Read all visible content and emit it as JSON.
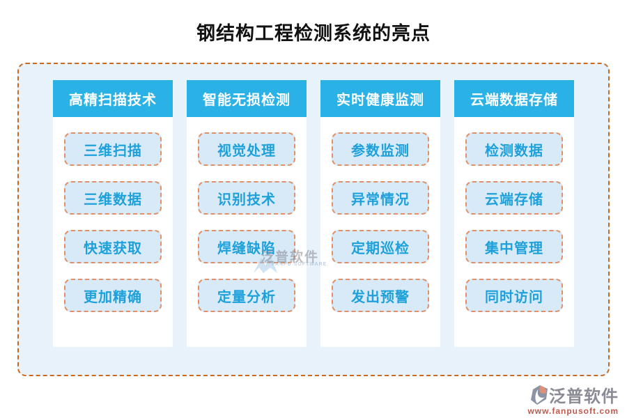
{
  "page": {
    "title": "钢结构工程检测系统的亮点"
  },
  "columns": [
    {
      "header": "高精扫描技术",
      "items": [
        "三维扫描",
        "三维数据",
        "快速获取",
        "更加精确"
      ]
    },
    {
      "header": "智能无损检测",
      "items": [
        "视觉处理",
        "识别技术",
        "焊缝缺陷",
        "定量分析"
      ]
    },
    {
      "header": "实时健康监测",
      "items": [
        "参数监测",
        "异常情况",
        "定期巡检",
        "发出预警"
      ]
    },
    {
      "header": "云端数据存储",
      "items": [
        "检测数据",
        "云端存储",
        "集中管理",
        "同时访问"
      ]
    }
  ],
  "watermark": {
    "text": "泛普软件",
    "subtext": "FANPU SOFTWARE"
  },
  "footer_logo": {
    "name": "泛普软件",
    "url": "www.fanpusoft.com"
  },
  "colors": {
    "header_bg": "#2AB1E6",
    "item_text": "#1EA1DB",
    "item_bg": "#D8EAF8",
    "item_border": "#E09064",
    "container_bg": "#E8F2FB",
    "container_border": "#C96A22",
    "title_color": "#111111",
    "logo_gray": "#8B8B95",
    "logo_url_red": "#C5574B"
  }
}
